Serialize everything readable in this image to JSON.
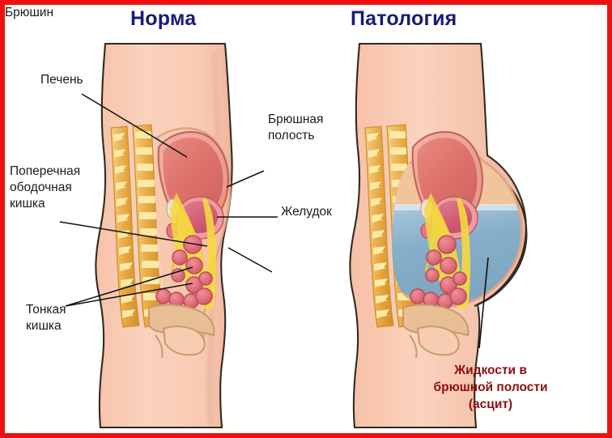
{
  "figure": {
    "kind": "medical-illustration",
    "subject": "Сравнение нормальной брюшной полости и асцита",
    "border_color": "#ee1111",
    "background": "#ffffff"
  },
  "panels": [
    {
      "id": "norm",
      "title": "Норма",
      "title_color": "#1a1a78"
    },
    {
      "id": "pathology",
      "title": "Патология",
      "title_color": "#1a1a78"
    }
  ],
  "labels": {
    "liver": "Печень",
    "colon": "Поперечная\nободочная\nкишка",
    "small_intestine": "Тонкая\nкишка",
    "abdominal_cavity": "Брюшная\nполость",
    "stomach": "Желудок",
    "peritoneum": "Брюшин",
    "ascites": "Жидкости в\nбрюшной полости\n(асцит)"
  },
  "colors": {
    "skin": "#f9cbb4",
    "skin_outline": "#3a3028",
    "skin_shadow": "#efb9a0",
    "liver": "#e0766e",
    "liver_dark": "#c85f5c",
    "liver_rim": "#f0a79c",
    "stomach": "#d9647a",
    "stomach_rim": "#ef9aa4",
    "intestine": "#e0707a",
    "intestine_dark": "#c8545f",
    "mesentery": "#f5d93f",
    "mesentery_dark": "#e0b92c",
    "vertebra": "#e8a33c",
    "vertebra_light": "#f8e08a",
    "vertebra_dark": "#c98424",
    "ascites_fluid": "#7fa8c4",
    "ascites_fluid_light": "#cfe2ee",
    "cavity_tan": "#e8b98e",
    "pelvis": "#e0b98f",
    "leader_line": "#111111",
    "ascites_text": "#8c1010"
  }
}
